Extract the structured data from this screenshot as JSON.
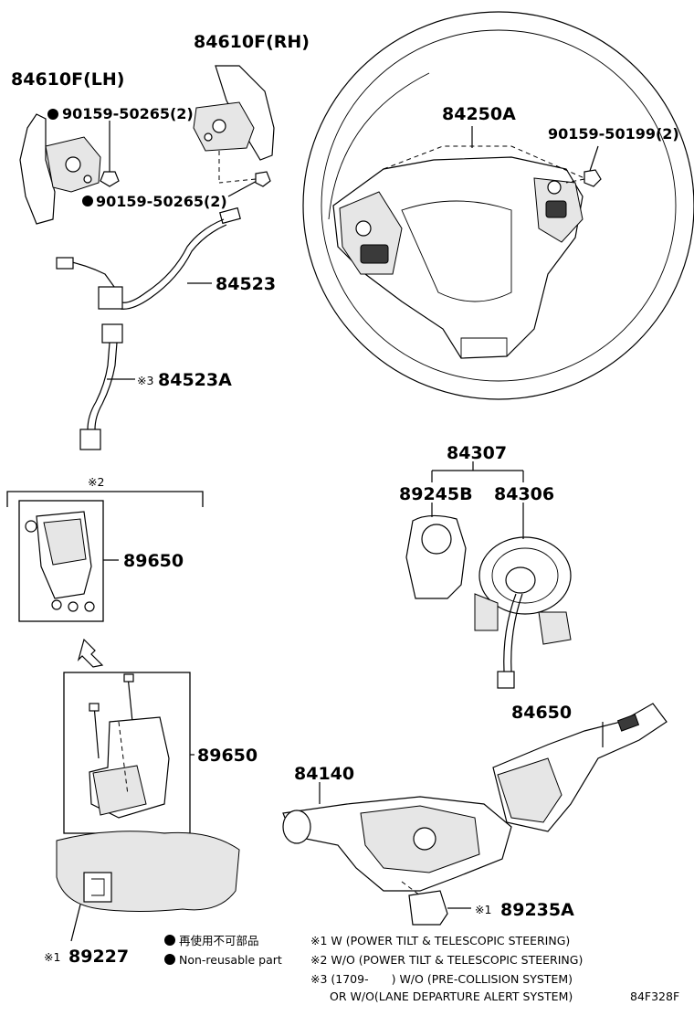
{
  "labels": {
    "p84610F_RH": "84610F(RH)",
    "p84610F_LH": "84610F(LH)",
    "bolt_upper": "90159-50265(2)",
    "bolt_lower": "90159-50265(2)",
    "p84250A": "84250A",
    "bolt_wheel": "90159-50199(2)",
    "p84523": "84523",
    "p84523A": "84523A",
    "mark_84523A": "※3",
    "p84307": "84307",
    "p89245B": "89245B",
    "p84306": "84306",
    "mark_89650_group": "※2",
    "p89650_top": "89650",
    "p89650_bottom": "89650",
    "p84650": "84650",
    "p84140": "84140",
    "p89235A": "89235A",
    "mark_89235A": "※1",
    "p89227": "89227",
    "mark_89227": "※1"
  },
  "legend": {
    "jp": "再使用不可部品",
    "en": "Non-reusable part"
  },
  "notes": [
    "※1 W (POWER TILT & TELESCOPIC STEERING)",
    "※2 W/O (POWER TILT & TELESCOPIC STEERING)",
    "※3 (1709-　　) W/O (PRE-COLLISION SYSTEM)",
    "OR W/O(LANE DEPARTURE ALERT SYSTEM)"
  ],
  "diagram_code": "84F328F"
}
